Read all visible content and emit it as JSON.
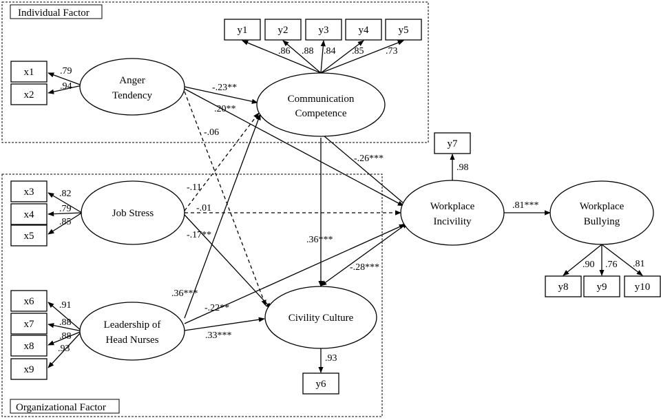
{
  "group_labels": {
    "individual": "Individual Factor",
    "organizational": "Organizational Factor"
  },
  "latent": {
    "anger": [
      "Anger",
      "Tendency"
    ],
    "comm": [
      "Communication",
      "Competence"
    ],
    "job": [
      "Job Stress"
    ],
    "leader": [
      "Leadership of",
      "Head Nurses"
    ],
    "civility": [
      "Civility Culture"
    ],
    "incivility": [
      "Workplace",
      "Incivility"
    ],
    "bullying": [
      "Workplace",
      "Bullying"
    ]
  },
  "indicators": {
    "x1": "x1",
    "x2": "x2",
    "x3": "x3",
    "x4": "x4",
    "x5": "x5",
    "x6": "x6",
    "x7": "x7",
    "x8": "x8",
    "x9": "x9",
    "y1": "y1",
    "y2": "y2",
    "y3": "y3",
    "y4": "y4",
    "y5": "y5",
    "y6": "y6",
    "y7": "y7",
    "y8": "y8",
    "y9": "y9",
    "y10": "y10"
  },
  "loadings": {
    "x1": ".79",
    "x2": ".94",
    "x3": ".82",
    "x4": ".79",
    "x5": ".85",
    "x6": ".91",
    "x7": ".88",
    "x8": ".88",
    "x9": ".93",
    "y1": ".86",
    "y2": ".88",
    "y3": ".84",
    "y4": ".85",
    "y5": ".73",
    "y6": ".93",
    "y7": ".98",
    "y8": ".90",
    "y9": ".76",
    "y10": ".81"
  },
  "paths": {
    "anger_comm": "-.23**",
    "anger_incivility": ".20**",
    "anger_civility": "-.06",
    "job_comm": "-.11",
    "job_incivility": "-.01",
    "job_civility": "-.17**",
    "leader_comm": ".36***",
    "leader_incivility": "-.22**",
    "leader_civility": ".33***",
    "comm_incivility": "-.26***",
    "comm_civility": ".36***",
    "civility_incivility": "-.28***",
    "incivility_bullying": ".81***"
  }
}
